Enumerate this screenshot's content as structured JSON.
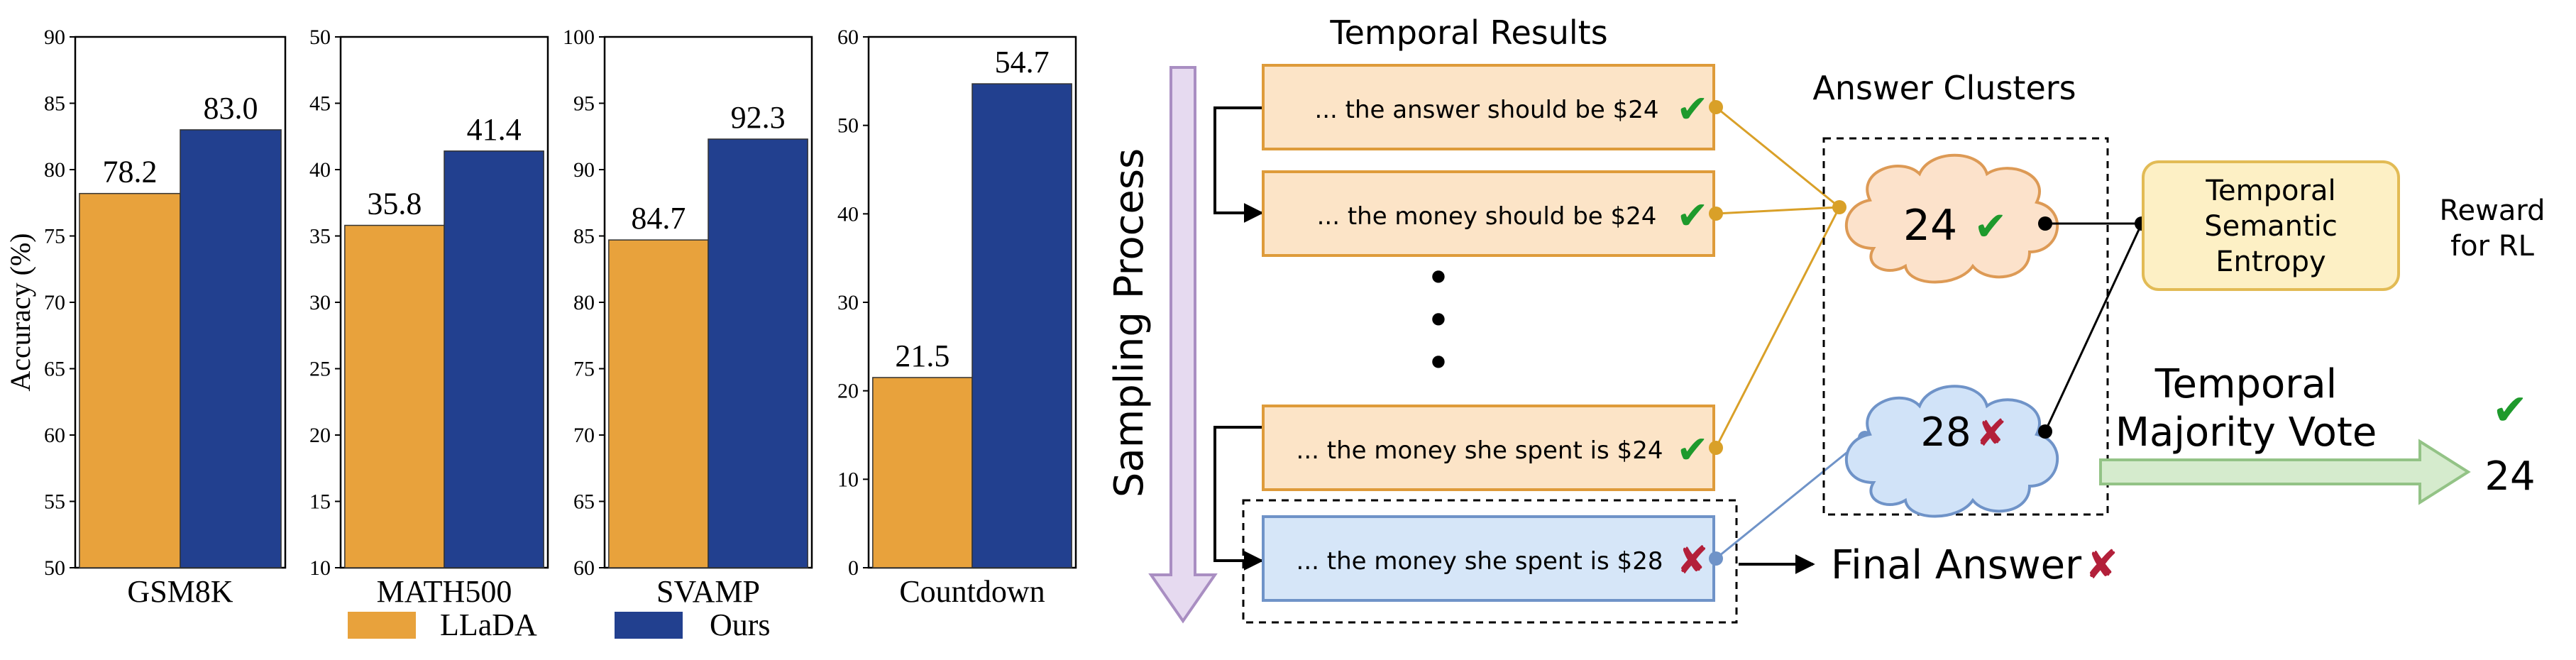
{
  "chart_data": [
    {
      "type": "bar",
      "xlabel": "GSM8K",
      "ylim": [
        50,
        90
      ],
      "yticks": [
        50,
        55,
        60,
        65,
        70,
        75,
        80,
        85,
        90
      ],
      "categories": [
        "GSM8K"
      ],
      "series": [
        {
          "name": "LLaDA",
          "values": [
            78.2
          ],
          "labels": [
            "78.2"
          ]
        },
        {
          "name": "Ours",
          "values": [
            83.0
          ],
          "labels": [
            "83.0"
          ]
        }
      ]
    },
    {
      "type": "bar",
      "xlabel": "MATH500",
      "ylim": [
        10,
        50
      ],
      "yticks": [
        10,
        15,
        20,
        25,
        30,
        35,
        40,
        45,
        50
      ],
      "categories": [
        "MATH500"
      ],
      "series": [
        {
          "name": "LLaDA",
          "values": [
            35.8
          ],
          "labels": [
            "35.8"
          ]
        },
        {
          "name": "Ours",
          "values": [
            41.4
          ],
          "labels": [
            "41.4"
          ]
        }
      ]
    },
    {
      "type": "bar",
      "xlabel": "SVAMP",
      "ylim": [
        60,
        100
      ],
      "yticks": [
        60,
        65,
        70,
        75,
        80,
        85,
        90,
        95,
        100
      ],
      "categories": [
        "SVAMP"
      ],
      "series": [
        {
          "name": "LLaDA",
          "values": [
            84.7
          ],
          "labels": [
            "84.7"
          ]
        },
        {
          "name": "Ours",
          "values": [
            92.3
          ],
          "labels": [
            "92.3"
          ]
        }
      ]
    },
    {
      "type": "bar",
      "xlabel": "Countdown",
      "ylim": [
        0,
        60
      ],
      "yticks": [
        0,
        10,
        20,
        30,
        40,
        50,
        60
      ],
      "categories": [
        "Countdown"
      ],
      "series": [
        {
          "name": "LLaDA",
          "values": [
            21.5
          ],
          "labels": [
            "21.5"
          ]
        },
        {
          "name": "Ours",
          "values": [
            54.7
          ],
          "labels": [
            "54.7"
          ]
        }
      ]
    }
  ],
  "shared": {
    "ylabel": "Accuracy (%)",
    "legend": [
      {
        "name": "LLaDA",
        "color": "#E8A23C"
      },
      {
        "name": "Ours",
        "color": "#22408F"
      }
    ],
    "legend_position": "bottom",
    "grid": false
  },
  "diagram": {
    "temporal_results_title": "Temporal Results",
    "answer_clusters_title": "Answer Clusters",
    "sampling_label": "Sampling Process",
    "results": [
      "... the answer should be $24",
      "... the money should be $24",
      "... the money she spent is $24",
      "... the money she spent is $28"
    ],
    "result_marks": [
      "✔",
      "✔",
      "✔",
      "✘"
    ],
    "ellipsis": "•",
    "cluster_24_value": "24",
    "cluster_24_mark": "✔",
    "cluster_28_value": "28",
    "cluster_28_mark": "✘",
    "entropy_lines": [
      "Temporal",
      "Semantic",
      "Entropy"
    ],
    "reward_lines": [
      "Reward",
      "for RL"
    ],
    "final_answer": "Final Answer",
    "final_mark": "✘",
    "vote_lines": [
      "Temporal",
      "Majority Vote"
    ],
    "vote_mark": "✔",
    "vote_value": "24"
  },
  "colors": {
    "llada": "#E8A23C",
    "ours": "#22408F",
    "result_box_fill": "#FCE4C7",
    "result_box_stroke": "#DE9B3A",
    "wrong_box_fill": "#D6E6F8",
    "wrong_box_stroke": "#6F93C8",
    "check": "#1E9A2C",
    "cross": "#B3203A",
    "cloud_24_fill": "#FCE2CB",
    "cloud_24_stroke": "#DD9A55",
    "cloud_28_fill": "#D1E3F8",
    "cloud_28_stroke": "#6F93C8",
    "entropy_fill": "#FDF0C5",
    "entropy_stroke": "#E2BB55",
    "sampling_arrow_fill": "#E6DAF0",
    "sampling_arrow_stroke": "#A98EC2",
    "vote_arrow_fill": "#D5EBCD",
    "vote_arrow_stroke": "#93C386",
    "connector_gold": "#D9A028",
    "connector_blue": "#6F93C8"
  }
}
